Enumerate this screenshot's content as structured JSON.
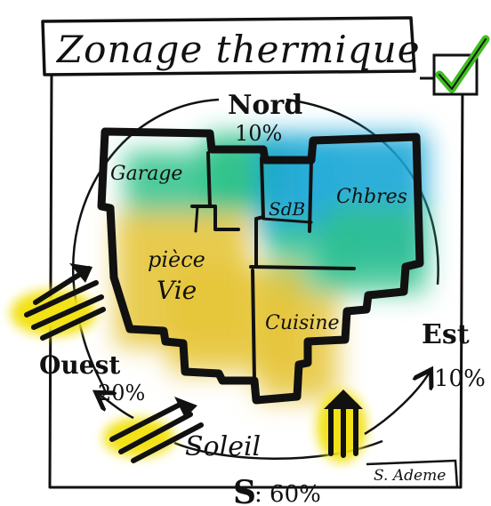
{
  "title": "Zonage thermique",
  "checkbox": {
    "checked": true,
    "check_color": "#3fbf1f"
  },
  "orientations": {
    "north": {
      "label": "Nord",
      "share": "10%"
    },
    "east": {
      "label": "Est",
      "share": "10%"
    },
    "west": {
      "label": "Ouest",
      "share": "20%"
    },
    "south": {
      "label": "S",
      "share": ": 60%"
    }
  },
  "sun_label": "Soleil",
  "credit": "S. Ademe",
  "rooms": [
    {
      "id": "garage",
      "label": "Garage"
    },
    {
      "id": "sdb",
      "label": "SdB"
    },
    {
      "id": "chambres",
      "label": "Chbres"
    },
    {
      "id": "piece-vie",
      "label_line1": "pièce",
      "label_line2": "Vie"
    },
    {
      "id": "cuisine",
      "label": "Cuisine"
    }
  ],
  "colors": {
    "cold": "#1aa6d6",
    "cool": "#2fc28a",
    "warm": "#e6c53a",
    "sun": "#f2e214",
    "ink": "#111111"
  }
}
